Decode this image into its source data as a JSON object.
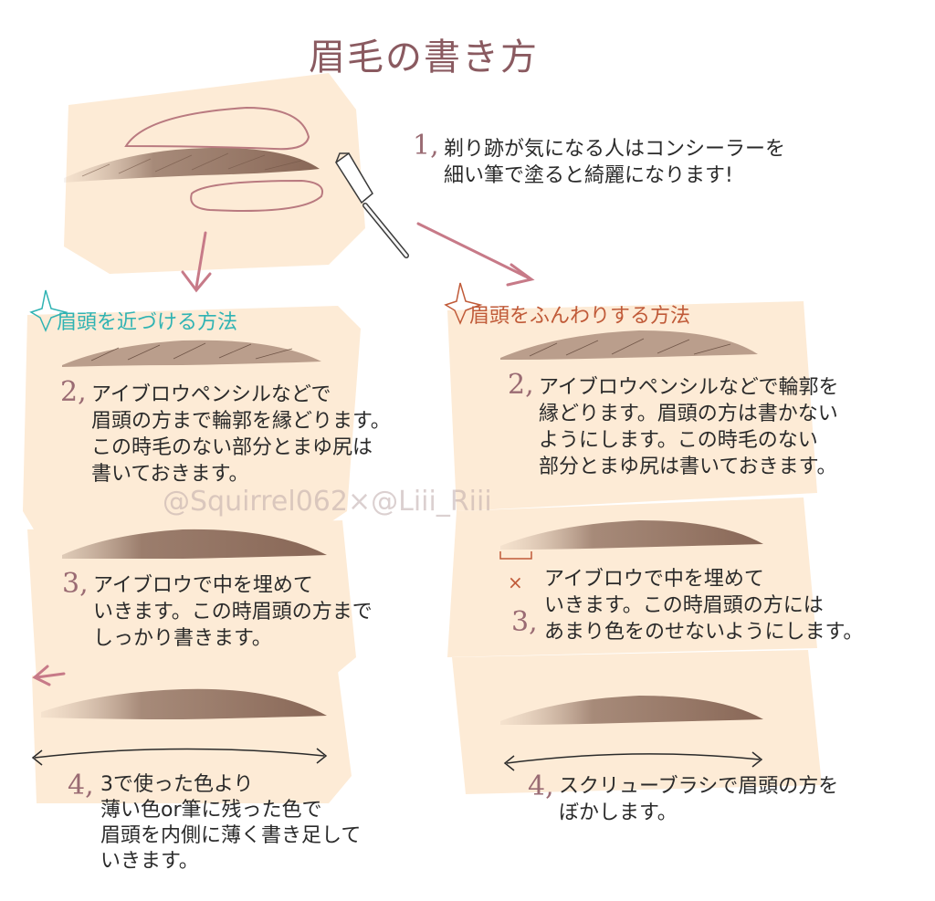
{
  "title": "眉毛の書き方",
  "watermark": "@Squirrel062×@Liii_Riii",
  "colors": {
    "paper": "#fdebd6",
    "outline": "#b97a80",
    "brow": "#8c6a5c",
    "arrow": "#c77a88",
    "left_heading": "#2fb3b3",
    "right_heading": "#c05a38"
  },
  "step1": {
    "number": "1,",
    "lines": [
      "剃り跡が気になる人はコンシーラーを",
      "細い筆で塗ると綺麗になります!"
    ]
  },
  "left": {
    "heading": "眉頭を近づける方法",
    "step2": {
      "number": "2,",
      "lines": [
        "アイブロウペンシルなどで",
        "眉頭の方まで輪郭を縁どります。",
        "この時毛のない部分とまゆ尻は",
        "書いておきます。"
      ]
    },
    "step3": {
      "number": "3,",
      "lines": [
        "アイブロウで中を埋めて",
        "いきます。この時眉頭の方まで",
        "しっかり書きます。"
      ]
    },
    "step4": {
      "number": "4,",
      "lines": [
        "3で使った色より",
        "薄い色or筆に残った色で",
        "眉頭を内側に薄く書き足して",
        "いきます。"
      ]
    }
  },
  "right": {
    "heading": "眉頭をふんわりする方法",
    "step2": {
      "number": "2,",
      "lines": [
        "アイブロウペンシルなどで輪郭を",
        "縁どります。眉頭の方は書かない",
        "ようにします。この時毛のない",
        "部分とまゆ尻は書いておきます。"
      ]
    },
    "step3": {
      "number": "3,",
      "mark": "×",
      "lines": [
        "アイブロウで中を埋めて",
        "いきます。この時眉頭の方には",
        "あまり色をのせないようにします。"
      ]
    },
    "step4": {
      "number": "4,",
      "lines": [
        "スクリューブラシで眉頭の方を",
        "ぼかします。"
      ]
    }
  },
  "icons": [
    "star-icon",
    "brush-icon",
    "arrow-icon"
  ]
}
